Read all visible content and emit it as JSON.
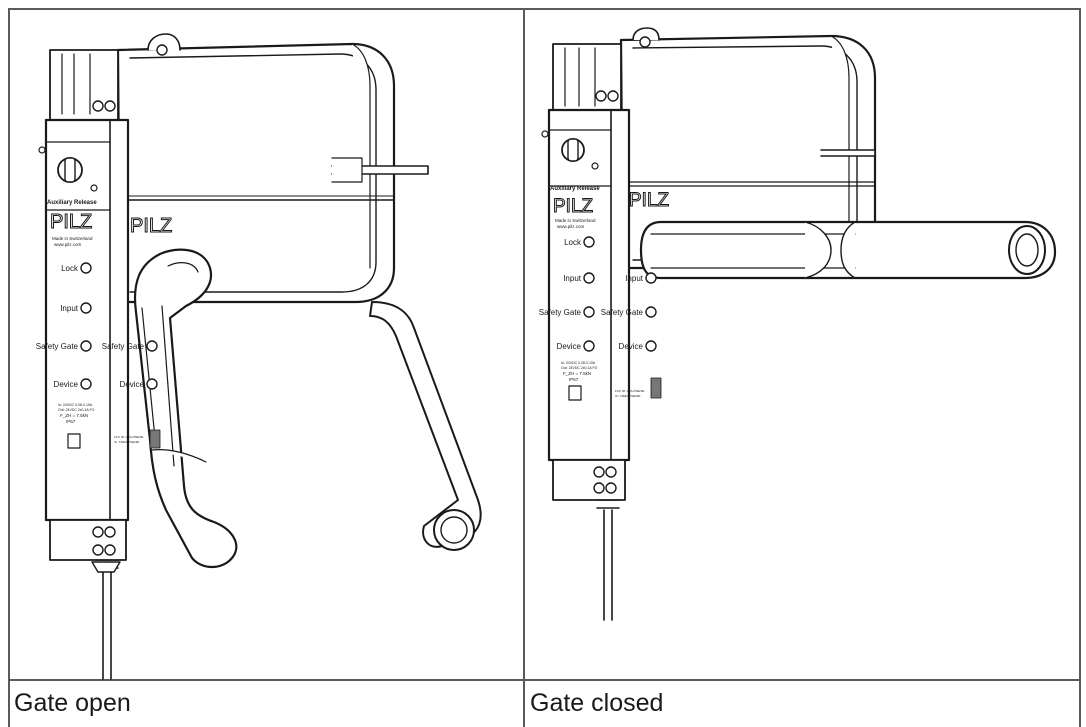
{
  "table": {
    "columns": [
      {
        "caption": "Gate open",
        "device": {
          "brand_front": "PILZ",
          "brand_side": "PILZ",
          "header": "Auxiliary Release",
          "made_in": "Made in Switzerland",
          "website": "www.pilz.com",
          "indicators": [
            "Lock",
            "Input",
            "Safety Gate",
            "Device"
          ],
          "ratings": [
            "In: 24VDC 0,08-0,15A",
            "Out: 24VDC 2x0,1A FO",
            "F_ZH = 7.5kN",
            "IP67"
          ],
          "fcc": [
            "FCC ID: VPA-PSEN6L",
            "IC: 7482A-PSEN6L"
          ]
        }
      },
      {
        "caption": "Gate closed",
        "device": {
          "brand_front": "PILZ",
          "brand_side": "PILZ",
          "header": "Auxiliary Release",
          "made_in": "Made in Switzerland",
          "website": "www.pilz.com",
          "indicators": [
            "Lock",
            "Input",
            "Safety Gate",
            "Device"
          ],
          "ratings": [
            "In: 24VDC 0,08-0,15A",
            "Out: 24VDC 2x0,1A FO",
            "F_ZH = 7.5kN",
            "IP67"
          ],
          "fcc": [
            "FCC ID: VPA-PSEN6L",
            "IC: 7482A-PSEN6L"
          ]
        }
      }
    ]
  }
}
